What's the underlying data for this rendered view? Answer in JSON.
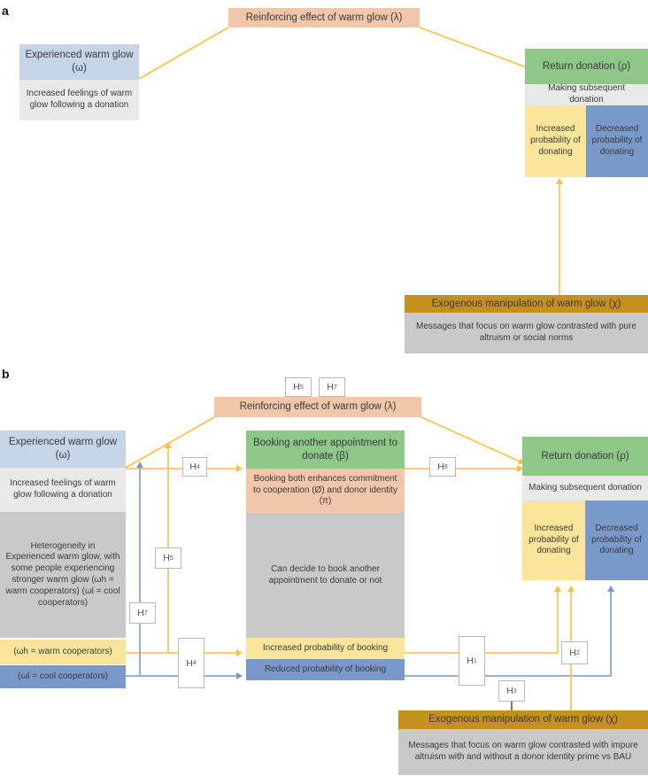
{
  "panel_a": {
    "letter": "a",
    "reinforcing": "Reinforcing effect of warm glow (λ)",
    "experienced_title": "Experienced warm glow (ω)",
    "experienced_desc": "Increased feelings of warm glow following a donation",
    "return_title": "Return donation (ρ)",
    "return_sub": "Making subsequent donation",
    "increased": "Increased probability of donating",
    "decreased": "Decreased probability of donating",
    "exo_title": "Exogenous manipulation of warm glow (χ)",
    "exo_desc": "Messages that focus on warm glow contrasted with pure altruism or social norms"
  },
  "panel_b": {
    "letter": "b",
    "reinforcing": "Reinforcing effect of warm glow (λ)",
    "experienced_title": "Experienced warm glow (ω)",
    "experienced_desc": "Increased feelings of warm glow following a donation",
    "heterogeneity": "Heterogeneity in Experienced warm glow, with some people experiencing stronger warm glow (ωh = warm cooperators) (ωl = cool cooperators)",
    "warm_coop": "(ωh = warm cooperators)",
    "cool_coop": "(ωl = cool cooperators)",
    "booking_title": "Booking another appointment to donate (β)",
    "booking_commit": "Booking both enhances commitment to cooperation (Ø) and donor identity (π)",
    "booking_decide": "Can decide to book another appointment to donate or not",
    "booking_increased": "Increased probability of booking",
    "booking_reduced": "Reduced probability of booking",
    "return_title": "Return donation (ρ)",
    "return_sub": "Making subsequent donation",
    "increased": "Increased probability of donating",
    "decreased": "Decreased probability of donating",
    "exo_title": "Exogenous manipulation of warm glow (χ)",
    "exo_desc": "Messages that focus on warm glow contrasted with impure altruism with and without a donor identity prime vs BAU",
    "hypotheses": {
      "h5_top": "5",
      "h7_top": "7",
      "h4_top": "4",
      "h6": "6",
      "h5_left": "5",
      "h7_left": "7",
      "h4_bottom": "4",
      "h1": "1",
      "h2": "2",
      "h3": "3"
    },
    "h_prefix": "H"
  },
  "colors": {
    "yellow_arrow": "#f6c142",
    "blue_arrow": "#7a99cb",
    "brown_arrow": "#8a4a1c"
  }
}
